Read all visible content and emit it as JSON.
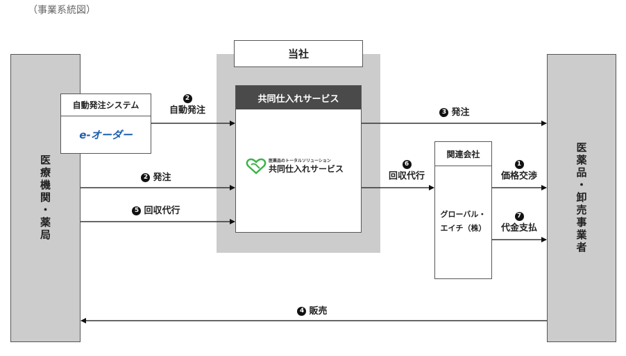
{
  "caption": "（事業系統図）",
  "left_party": {
    "label": "医療機関・薬局"
  },
  "right_party": {
    "label": "医薬品・卸売事業者"
  },
  "company": {
    "title": "当社",
    "service_header": "共同仕入れサービス",
    "logo": {
      "tagline": "医薬品のトータルソリューション",
      "name": "共同仕入れサービス",
      "accent_color": "#3cb34a"
    }
  },
  "auto_order_system": {
    "header": "自動発注システム",
    "brand": "e-オーダー",
    "brand_color": "#1c5fae"
  },
  "affiliate": {
    "header": "関連会社",
    "name_line1": "グローバル・",
    "name_line2": "エイチ（株）"
  },
  "flows": [
    {
      "num": "❷",
      "label": "自動発注"
    },
    {
      "num": "❷",
      "label": "発注"
    },
    {
      "num": "❺",
      "label": "回収代行"
    },
    {
      "num": "❸",
      "label": "発注"
    },
    {
      "num": "❻",
      "label": "回収代行"
    },
    {
      "num": "❶",
      "label": "価格交渉"
    },
    {
      "num": "❼",
      "label": "代金支払"
    },
    {
      "num": "❹",
      "label": "販売"
    }
  ],
  "flow_numbers": [
    "2",
    "2",
    "5",
    "3",
    "6",
    "1",
    "7",
    "4"
  ]
}
